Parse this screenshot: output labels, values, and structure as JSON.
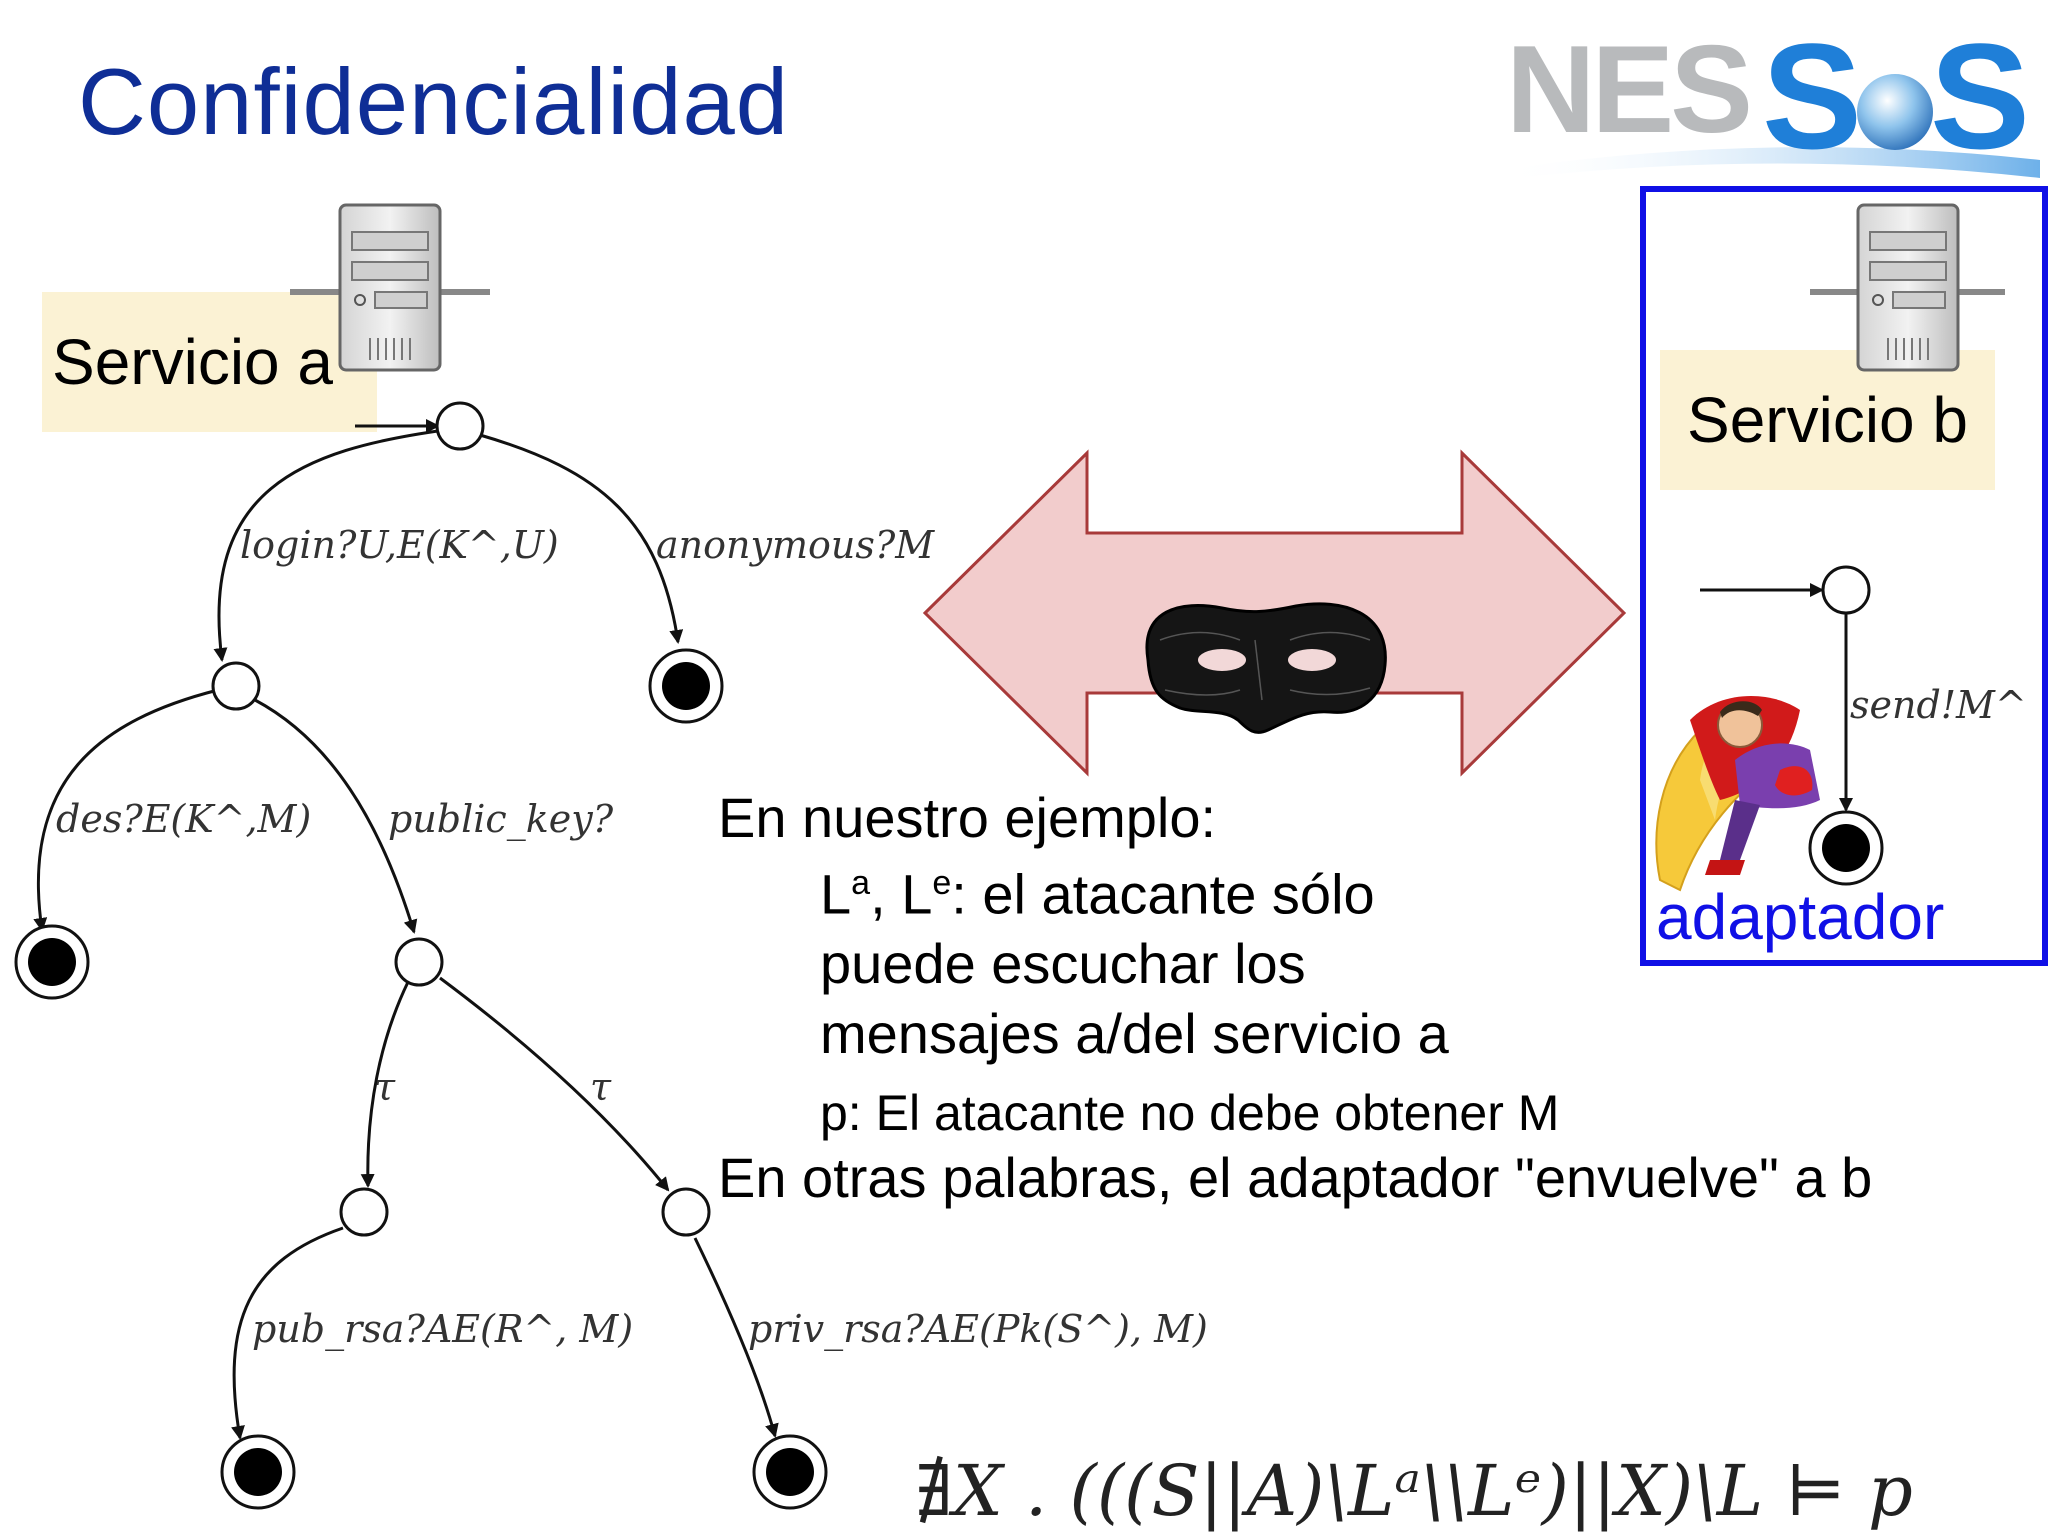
{
  "slide": {
    "title": "Confidencialidad"
  },
  "logo": {
    "text": "NES",
    "tail": "S S"
  },
  "service_a": {
    "label": "Servicio a"
  },
  "service_b": {
    "label": "Servicio b"
  },
  "adapter": {
    "label": "adaptador"
  },
  "automaton_a": {
    "edges": {
      "login": "login?U,E(K^,U)",
      "anonymous": "anonymous?M",
      "des": "des?E(K^,M)",
      "public_key": "public_key?",
      "tau_left": "τ",
      "tau_right": "τ",
      "pub_rsa": "pub_rsa?AE(R^, M)",
      "priv_rsa": "priv_rsa?AE(Pk(S^), M)"
    }
  },
  "automaton_b": {
    "edges": {
      "send": "send!M^"
    }
  },
  "example": {
    "heading": "En nuestro ejemplo:",
    "line1": {
      "la": "L",
      "la_sup": "a",
      "sep": ", L",
      "le_sup": "e",
      "rest": ": el atacante sólo"
    },
    "line2": "puede escuchar los",
    "line3": "mensajes a/del servicio a",
    "line4": "p: El atacante no debe obtener M",
    "line5": "En otras palabras, el adaptador \"envuelve\" a b"
  },
  "formula": {
    "text": "∄X . (((S||A)\\Lᵃ\\\\Lᵉ)||X)\\L ⊨ p"
  },
  "colors": {
    "title": "#0f2e96",
    "adapter_border": "#1010e6",
    "service_label_bg": "#fbf2d4",
    "arrow_fill": "#f2cccc",
    "arrow_stroke": "#a83a3a"
  }
}
